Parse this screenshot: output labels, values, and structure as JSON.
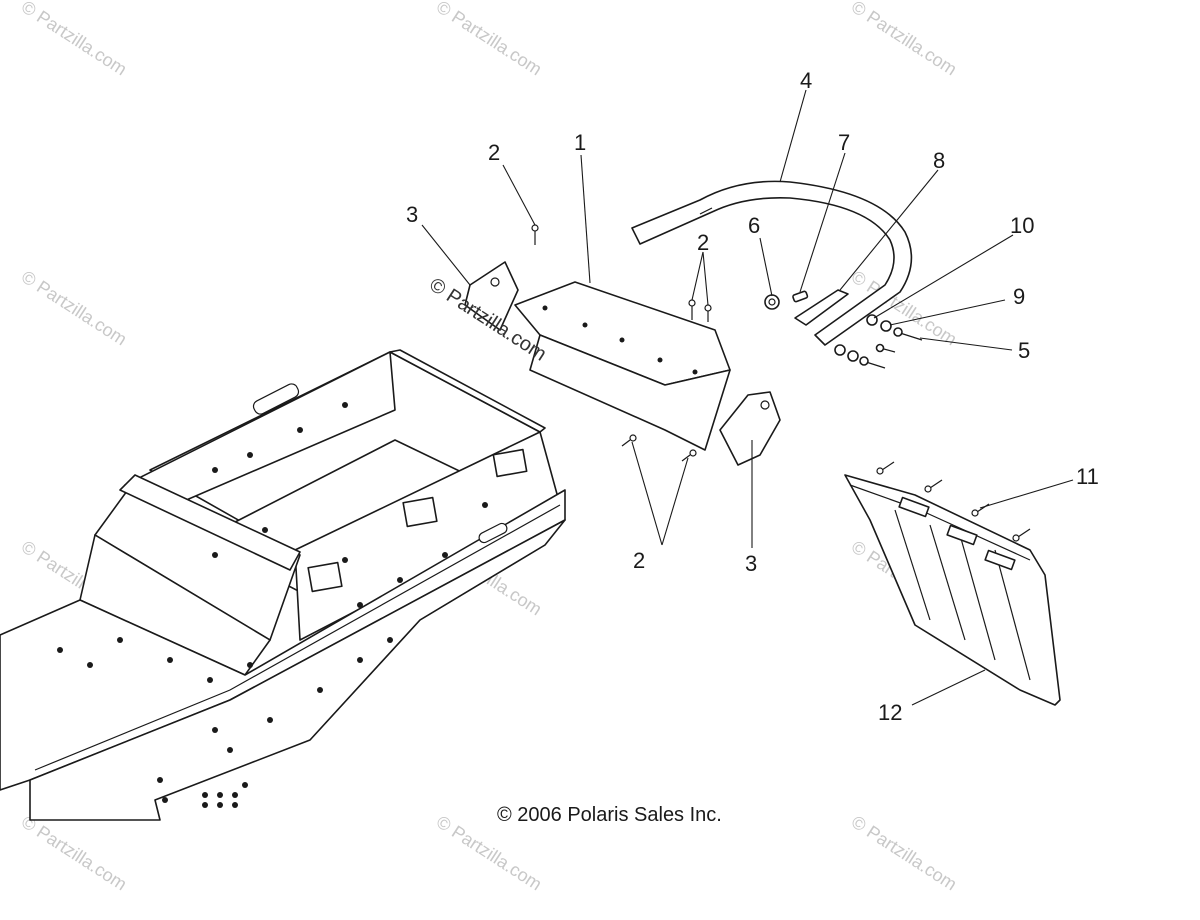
{
  "callouts": {
    "c1": "1",
    "c2a": "2",
    "c2b": "2",
    "c2c": "2",
    "c3a": "3",
    "c3b": "3",
    "c4": "4",
    "c5": "5",
    "c6": "6",
    "c7": "7",
    "c8": "8",
    "c9": "9",
    "c10": "10",
    "c11": "11",
    "c12": "12"
  },
  "copyright": "© 2006 Polaris Sales Inc.",
  "watermark": {
    "center": "© Partzilla.com",
    "tile": "© Partzilla.com"
  }
}
